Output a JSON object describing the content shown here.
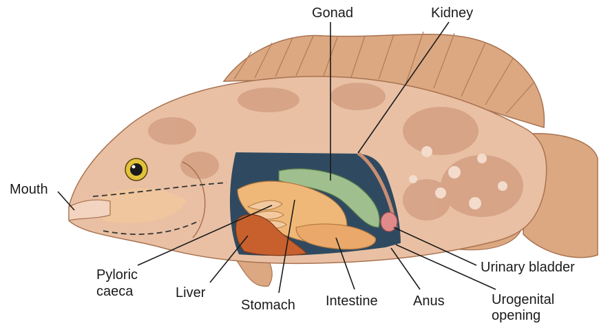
{
  "diagram": {
    "labels": {
      "gonad": "Gonad",
      "kidney": "Kidney",
      "mouth": "Mouth",
      "pyloric_caeca_line1": "Pyloric",
      "pyloric_caeca_line2": "caeca",
      "liver": "Liver",
      "stomach": "Stomach",
      "intestine": "Intestine",
      "anus": "Anus",
      "urinary_bladder": "Urinary bladder",
      "urogenital_line1": "Urogenital",
      "urogenital_line2": "opening"
    },
    "colors": {
      "body": "#e9c0a4",
      "body_light": "#f3dccb",
      "blotch": "#c98e72",
      "fin": "#dba882",
      "fin_ray": "#b27a55",
      "cavity": "#2f4a60",
      "gonad": "#9fbf8f",
      "stomach": "#f0b878",
      "liver": "#c8602e",
      "intestine": "#eaa86a",
      "bladder": "#e08a8a",
      "eye": "#e2c23a",
      "leader": "#1a1a1a"
    }
  }
}
